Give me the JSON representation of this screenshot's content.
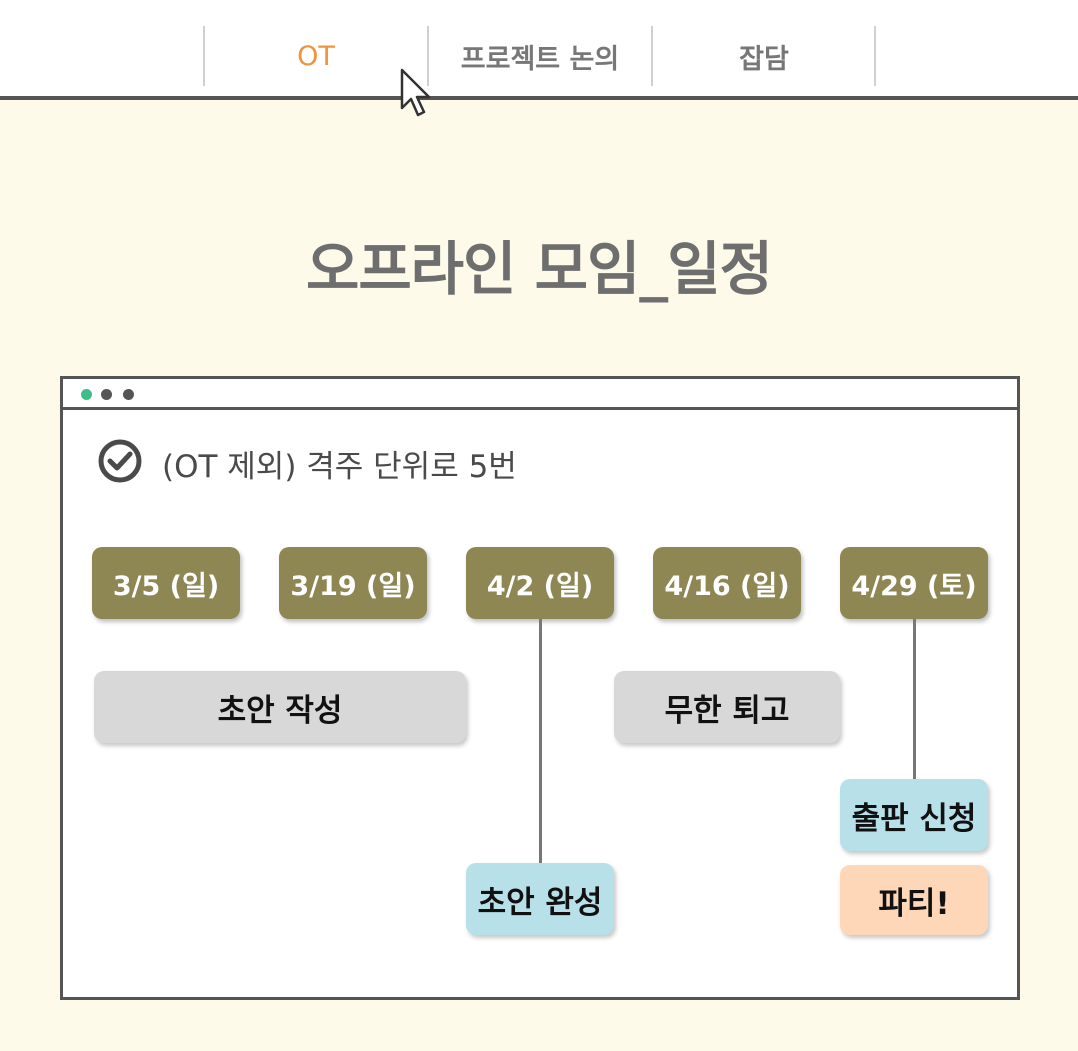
{
  "tabs": [
    {
      "label": "OT",
      "active": true
    },
    {
      "label": "프로젝트 논의",
      "active": false
    },
    {
      "label": "잡담",
      "active": false
    }
  ],
  "page_title": "오프라인 모임_일정",
  "window": {
    "dots": [
      "#3cbf86",
      "#555555",
      "#555555"
    ]
  },
  "checklist": {
    "icon": "check-circle-icon",
    "text": "(OT 제외) 격주 단위로 5번"
  },
  "dates": [
    "3/5 (일)",
    "3/19 (일)",
    "4/2 (일)",
    "4/16 (일)",
    "4/29 (토)"
  ],
  "tasks": {
    "draft_writing": "초안 작성",
    "draft_complete": "초안 완성",
    "endless_revision": "무한 퇴고",
    "publish_apply": "출판 신청",
    "party": "파티!"
  },
  "colors": {
    "accent": "#f0933a",
    "badge": "#8e8753",
    "background": "#fefae9",
    "task_gray": "#d8d8d8",
    "task_blue": "#b7e0e9",
    "task_peach": "#fdd7b8"
  }
}
